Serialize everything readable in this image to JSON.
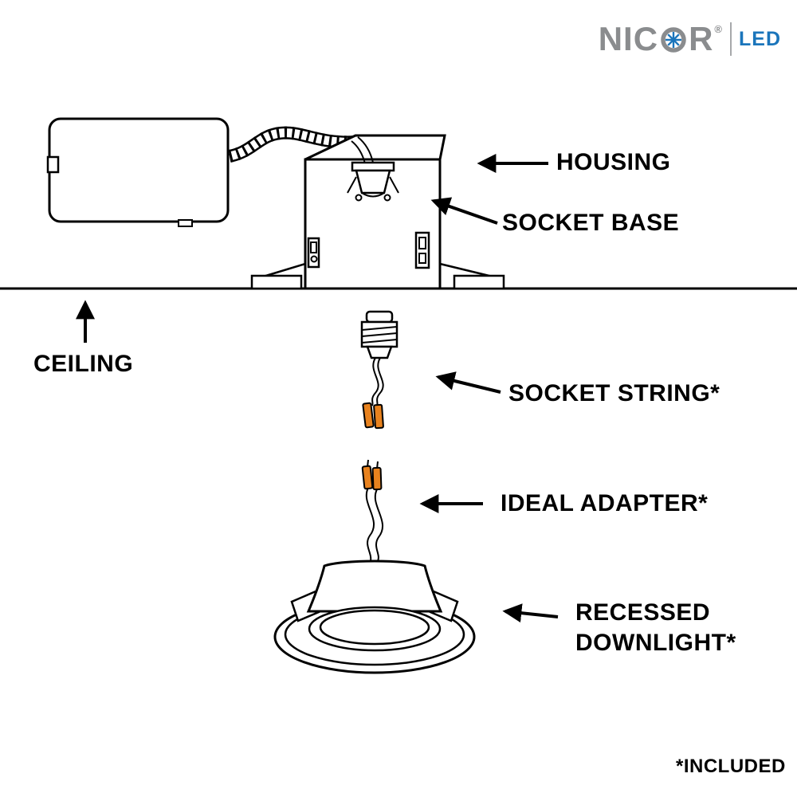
{
  "logo": {
    "brand_prefix": "NIC",
    "brand_suffix": "R",
    "registered_mark": "®",
    "product_line": "LED",
    "brand_color": "#8A8C8E",
    "accent_color": "#1B75BB"
  },
  "diagram": {
    "labels": {
      "housing": "HOUSING",
      "socket_base": "SOCKET BASE",
      "ceiling": "CEILING",
      "socket_string": "SOCKET STRING*",
      "ideal_adapter": "IDEAL ADAPTER*",
      "recessed_downlight_line1": "RECESSED",
      "recessed_downlight_line2": "DOWNLIGHT*"
    },
    "footnote": "*INCLUDED",
    "colors": {
      "line": "#000000",
      "background": "#FFFFFF",
      "connector_orange": "#E8821E"
    }
  }
}
